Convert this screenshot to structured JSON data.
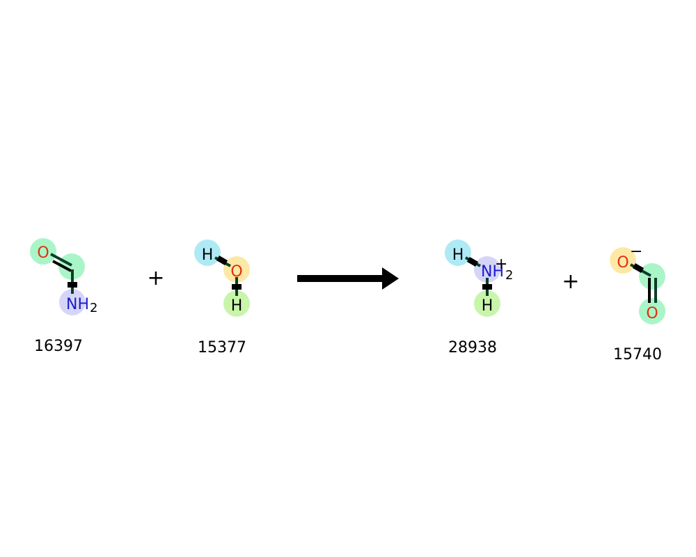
{
  "reaction": {
    "reactants": [
      {
        "id_label": "16397",
        "atoms": {
          "o": "O",
          "n": "NH",
          "n_sub": "2"
        }
      },
      {
        "id_label": "15377",
        "atoms": {
          "h1": "H",
          "o": "O",
          "h2": "H"
        }
      }
    ],
    "products": [
      {
        "id_label": "28938",
        "atoms": {
          "h1": "H",
          "n": "NH",
          "n_sub": "2",
          "charge": "+",
          "h2": "H"
        }
      },
      {
        "id_label": "15740",
        "atoms": {
          "o1": "O",
          "charge": "−",
          "o2": "O"
        }
      }
    ],
    "operators": {
      "plus_left": "+",
      "plus_right": "+"
    }
  },
  "colors": {
    "highlight_green": "#aaf5c8",
    "highlight_lavender": "#d5d5f7",
    "highlight_cyan": "#aeeaf5",
    "highlight_yellow": "#fde8a6",
    "highlight_lime": "#c8f5aa",
    "oxygen": "#e03010",
    "nitrogen": "#1a1acc",
    "bond_dark": "#0c3d26"
  }
}
